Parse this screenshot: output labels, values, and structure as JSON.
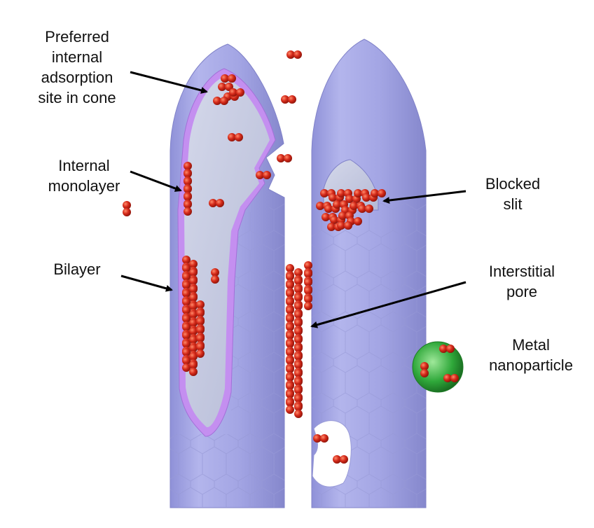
{
  "labels": {
    "cone_site": [
      "Preferred",
      "internal",
      "adsorption",
      "site in cone"
    ],
    "monolayer": [
      "Internal",
      "monolayer"
    ],
    "bilayer": [
      "Bilayer"
    ],
    "blocked_slit": [
      "Blocked",
      "slit"
    ],
    "interstitial_pore": [
      "Interstitial",
      "pore"
    ],
    "metal_nanoparticle": [
      "Metal",
      "nanoparticle"
    ]
  },
  "colors": {
    "tube_fill": "#a9abe6",
    "tube_edge": "#8a8cd0",
    "inner_wall": "#c7cbe2",
    "rim": "#c48ff0",
    "molecule": "#d52a1a",
    "nanoparticle": "#2fa83a",
    "arrow": "#000000"
  },
  "icons": [
    "hydrogen-molecule-icon",
    "nanoparticle-sphere-icon"
  ]
}
